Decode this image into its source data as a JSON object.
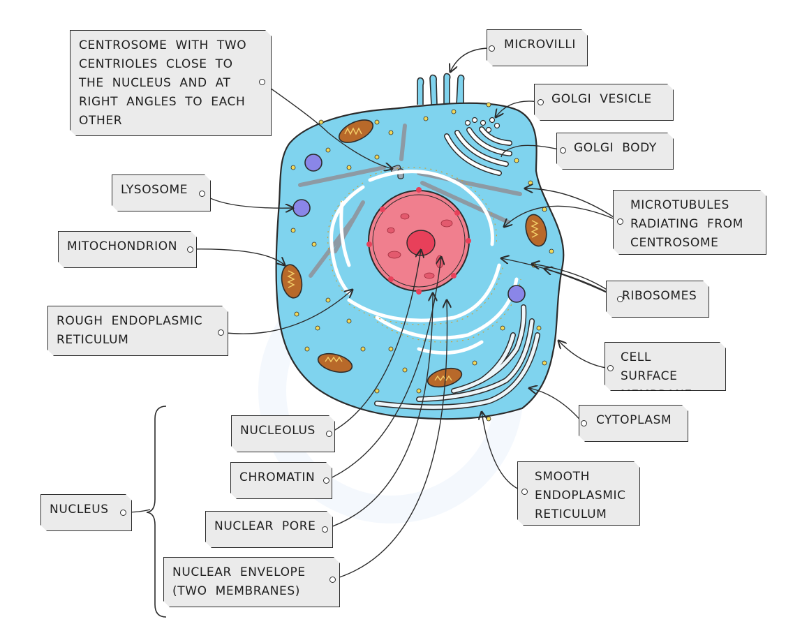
{
  "labels": {
    "centrosome": "CENTROSOME WITH TWO\nCENTRIOLES CLOSE TO\nTHE NUCLEUS AND AT\nRIGHT ANGLES TO EACH\nOTHER",
    "microvilli": "MICROVILLI",
    "golgi_vesicle": "GOLGI VESICLE",
    "golgi_body": "GOLGI BODY",
    "lysosome": "LYSOSOME",
    "microtubules": "MICROTUBULES\nRADIATING FROM\nCENTROSOME",
    "mitochondrion": "MITOCHONDRION",
    "ribosomes": "RIBOSOMES",
    "rough_er": "ROUGH ENDOPLASMIC\nRETICULUM",
    "cell_surface_membrane": "CELL SURFACE\nMEMBRANE",
    "cytoplasm": "CYTOPLASM",
    "nucleolus": "NUCLEOLUS",
    "chromatin": "CHROMATIN",
    "smooth_er": "SMOOTH\nENDOPLASMIC\nRETICULUM",
    "nucleus": "NUCLEUS",
    "nuclear_pore": "NUCLEAR PORE",
    "nuclear_envelope": "NUCLEAR ENVELOPE\n(TWO MEMBRANES)"
  },
  "colors": {
    "cytoplasm": "#7fd3ee",
    "membrane": "#2b2b2b",
    "nucleus": "#f07f8e",
    "nucleolus": "#e8405a",
    "mitochondrion": "#b8692a",
    "lysosome": "#8a86e8",
    "ribosome": "#f2d95a",
    "label_bg": "#ebebeb"
  }
}
